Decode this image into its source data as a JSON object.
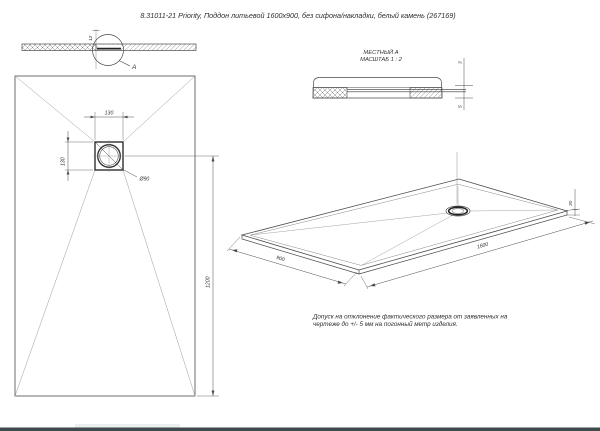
{
  "header": {
    "title": "8.31011-21 Priority, Поддон литьевой 1600x900, без сифона/накладки, белый камень (267169)"
  },
  "section_view": {
    "thickness_dim": "12",
    "detail_label": "A"
  },
  "local_view": {
    "title": "МЕСТНЫЙ А",
    "scale": "МАСШТАБ 1 : 2",
    "dim_top": "3",
    "dim_bottom": "5"
  },
  "plan_view": {
    "drain_width": "130",
    "drain_height": "130",
    "drain_diameter": "Ø90",
    "drain_to_edge": "1200"
  },
  "iso_view": {
    "width": "900",
    "length": "1600",
    "height": "30"
  },
  "note": {
    "line1": "Допуск на отклонение фактического размера от заявленных на",
    "line2": "чертеже до +/- 5 мм на погонный метр изделия."
  },
  "colors": {
    "line": "#4a4a4a",
    "crease": "#9a9a9a",
    "bottom_bar": "#3e4a4e"
  }
}
